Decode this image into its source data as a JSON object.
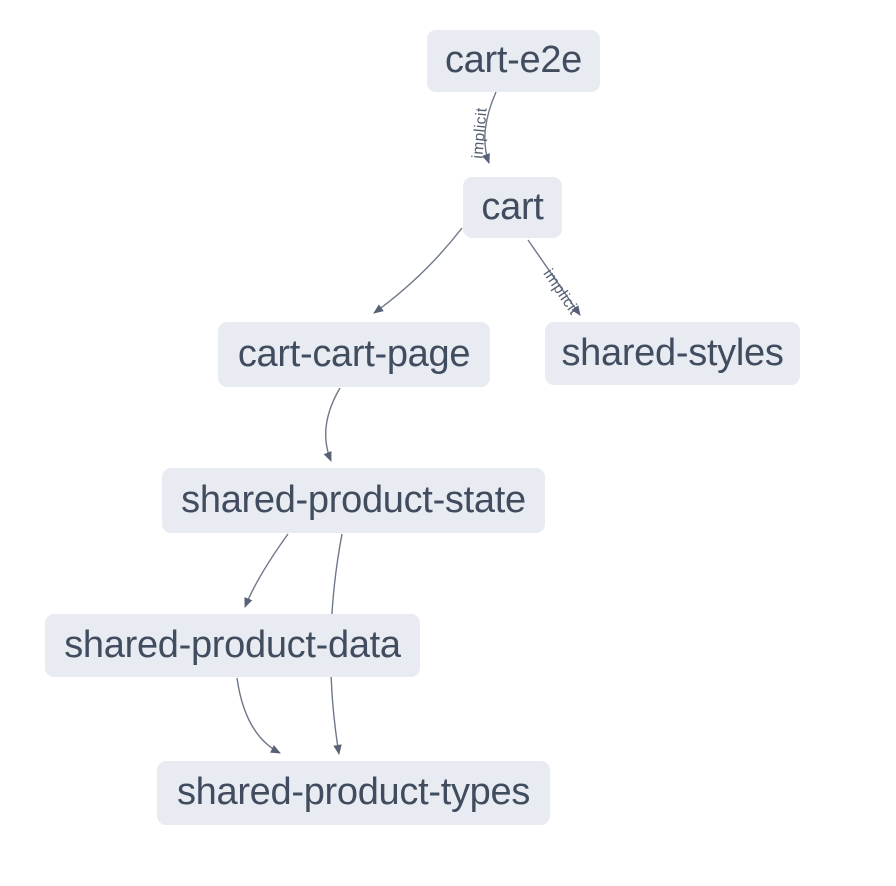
{
  "diagram": {
    "kind": "project-dependency-graph",
    "nodes": [
      {
        "id": "cart-e2e",
        "label": "cart-e2e"
      },
      {
        "id": "cart",
        "label": "cart"
      },
      {
        "id": "cart-cart-page",
        "label": "cart-cart-page"
      },
      {
        "id": "shared-styles",
        "label": "shared-styles"
      },
      {
        "id": "shared-product-state",
        "label": "shared-product-state"
      },
      {
        "id": "shared-product-data",
        "label": "shared-product-data"
      },
      {
        "id": "shared-product-types",
        "label": "shared-product-types"
      }
    ],
    "edges": [
      {
        "from": "cart-e2e",
        "to": "cart",
        "label": "implicit"
      },
      {
        "from": "cart",
        "to": "cart-cart-page",
        "label": ""
      },
      {
        "from": "cart",
        "to": "shared-styles",
        "label": "implicit"
      },
      {
        "from": "cart-cart-page",
        "to": "shared-product-state",
        "label": ""
      },
      {
        "from": "shared-product-state",
        "to": "shared-product-data",
        "label": ""
      },
      {
        "from": "shared-product-state",
        "to": "shared-product-types",
        "label": ""
      },
      {
        "from": "shared-product-data",
        "to": "shared-product-types",
        "label": ""
      }
    ],
    "colors": {
      "background": "#ffffff",
      "node_fill": "#e8ecf2",
      "node_text": "#414c5e",
      "edge_stroke": "#6e7887",
      "edge_label_text": "#525e72",
      "arrowhead_fill": "#576276"
    }
  }
}
